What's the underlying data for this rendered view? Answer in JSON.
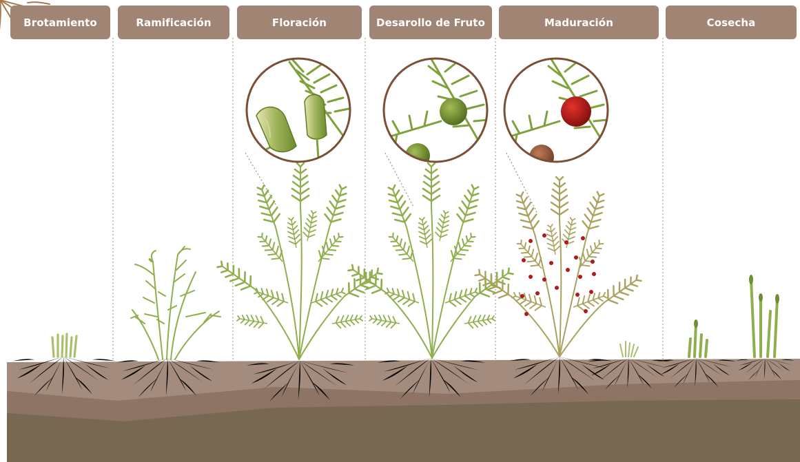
{
  "colors": {
    "header": "#a08474",
    "soil_surface": "#a38b7d",
    "soil_mid": "#8e7464",
    "soil_deep": "#776852",
    "root": "#a8784a",
    "foliage": "#8fae4c",
    "foliage_dry": "#a9a25e",
    "lens_border": "#7a4f35",
    "berry_green": "#6f8a2c",
    "berry_red": "#b3191b"
  },
  "stages": [
    {
      "label": "Brotamiento",
      "icon": "sprout-icon"
    },
    {
      "label": "Ramificación",
      "icon": "branching-plant-icon"
    },
    {
      "label": "Floración",
      "icon": "flowering-fern-icon",
      "zoom": "flower-buds-icon"
    },
    {
      "label": "Desarollo de Fruto",
      "icon": "fruiting-fern-icon",
      "zoom": "green-berry-icon"
    },
    {
      "label": "Maduración",
      "icon": "ripening-fern-icon",
      "zoom": "red-berry-icon"
    },
    {
      "label": "Cosecha",
      "icon": "asparagus-spears-icon"
    }
  ]
}
